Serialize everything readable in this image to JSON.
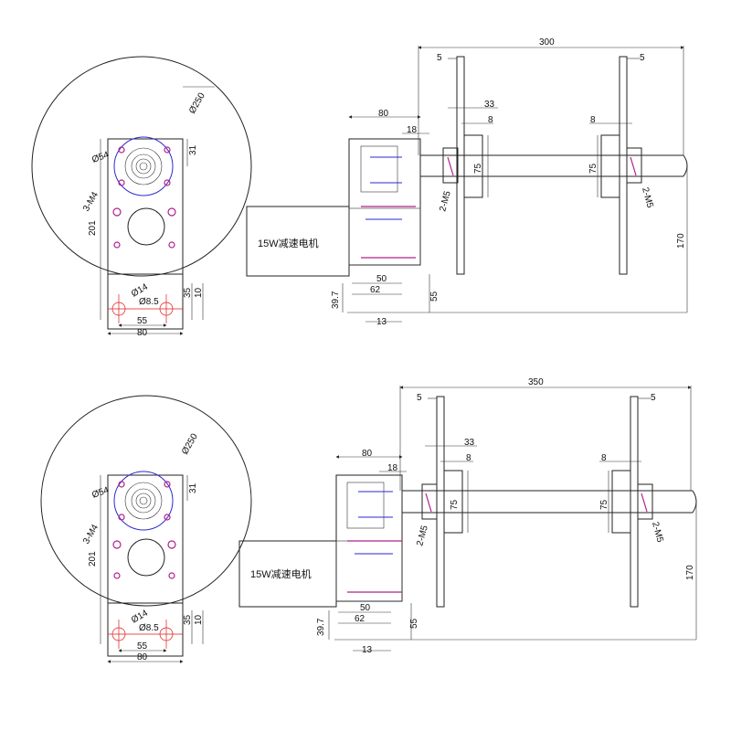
{
  "views": [
    {
      "id": "top",
      "length_dim": "300",
      "shaft_dims": {
        "d5_left": "5",
        "d5_right": "5",
        "d33": "33",
        "d8_left": "8",
        "d8_right": "8",
        "d75_left": "75",
        "d75_right": "75",
        "m5_left": "2-M5",
        "m5_right": "2-M5",
        "d170": "170"
      },
      "side_dims": {
        "d80_top": "80",
        "d18": "18",
        "d50": "50",
        "d62": "62",
        "d13": "13",
        "d39_7": "39.7",
        "d55_right": "55"
      },
      "motor_label": "15W减速电机",
      "front_dims": {
        "d250": "Ø250",
        "d31": "31",
        "d201": "201",
        "m4": "3-M4",
        "d14": "Ø14",
        "d8_5": "Ø8.5",
        "d35": "35",
        "d10": "10",
        "d55": "55",
        "d80": "80",
        "p54": "Ø54"
      }
    },
    {
      "id": "bottom",
      "length_dim": "350",
      "shaft_dims": {
        "d5_left": "5",
        "d5_right": "5",
        "d33": "33",
        "d8_left": "8",
        "d8_right": "8",
        "d75_left": "75",
        "d75_right": "75",
        "m5_left": "2-M5",
        "m5_right": "2-M5",
        "d170": "170"
      },
      "side_dims": {
        "d80_top": "80",
        "d18": "18",
        "d50": "50",
        "d62": "62",
        "d13": "13",
        "d39_7": "39.7",
        "d55_right": "55"
      },
      "motor_label": "15W减速电机",
      "front_dims": {
        "d250": "Ø250",
        "d31": "31",
        "d201": "201",
        "m4": "3-M4",
        "d14": "Ø14",
        "d8_5": "Ø8.5",
        "d35": "35",
        "d10": "10",
        "d55": "55",
        "d80": "80",
        "p54": "Ø54"
      }
    }
  ]
}
